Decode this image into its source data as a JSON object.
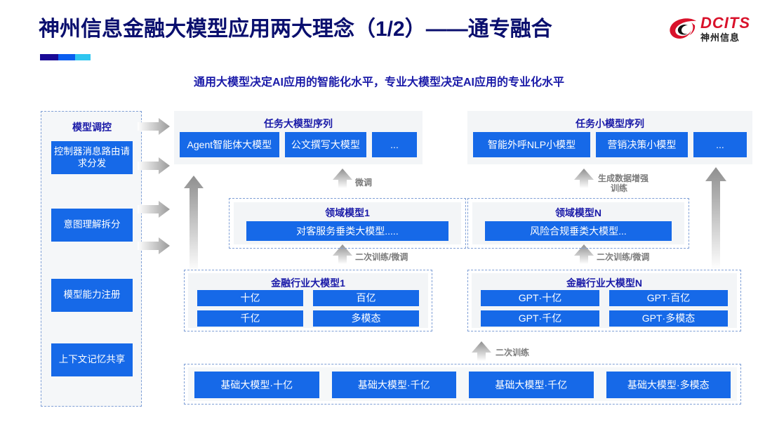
{
  "header": {
    "title": "神州信息金融大模型应用两大理念（1/2）——通专融合",
    "subtitle": "通用大模型决定AI应用的智能化水平，专业大模型决定AI应用的专业化水平",
    "logo_en": "DCITS",
    "logo_cn": "神州信息",
    "accent_colors": [
      "#1a0a96",
      "#0a5ef0",
      "#2fc6f0"
    ],
    "title_color": "#0a0f6e",
    "subtitle_color": "#1a1aa8",
    "logo_color": "#d9122b"
  },
  "sidebar": {
    "title": "模型调控",
    "items": [
      {
        "label": "控制器消息路由请求分发"
      },
      {
        "label": "意图理解拆分"
      },
      {
        "label": "模型能力注册"
      },
      {
        "label": "上下文记忆共享"
      }
    ]
  },
  "task_sequences": [
    {
      "title": "任务大模型序列",
      "chips": [
        {
          "label": "Agent智能体大模型",
          "flex": 148
        },
        {
          "label": "公文撰写大模型",
          "flex": 120
        },
        {
          "label": "...",
          "flex": 62
        }
      ]
    },
    {
      "title": "任务小模型序列",
      "chips": [
        {
          "label": "智能外呼NLP小模型",
          "flex": 168
        },
        {
          "label": "营销决策小模型",
          "flex": 130
        },
        {
          "label": "...",
          "flex": 72
        }
      ]
    }
  ],
  "domain_models": [
    {
      "title": "领域模型1",
      "chip": "对客服务垂类大模型....."
    },
    {
      "title": "领域模型N",
      "chip": "风险合规垂类大模型..."
    }
  ],
  "industry_models": [
    {
      "title": "金融行业大模型1",
      "chips": [
        "十亿",
        "百亿",
        "千亿",
        "多模态"
      ]
    },
    {
      "title": "金融行业大模型N",
      "chips": [
        "GPT·十亿",
        "GPT·百亿",
        "GPT·千亿",
        "GPT·多模态"
      ]
    }
  ],
  "base_models": {
    "chips": [
      "基础大模型·十亿",
      "基础大模型·千亿",
      "基础大模型·千亿",
      "基础大模型·多模态"
    ]
  },
  "flow_labels": {
    "finetune": "微调",
    "data_augment": "生成数据增强\n训练",
    "data_augment_line1": "生成数据增强",
    "data_augment_line2": "训练",
    "retrain_finetune_left": "二次训练/微调",
    "retrain_finetune_right": "二次训练/微调",
    "retrain": "二次训练"
  },
  "colors": {
    "chip_blue": "#1669e8",
    "panel_grey": "#f3f5f7",
    "dashed_border": "#7f9fd6",
    "arrow_grey": "#9a9a9a",
    "label_grey": "#7a7a7a"
  }
}
